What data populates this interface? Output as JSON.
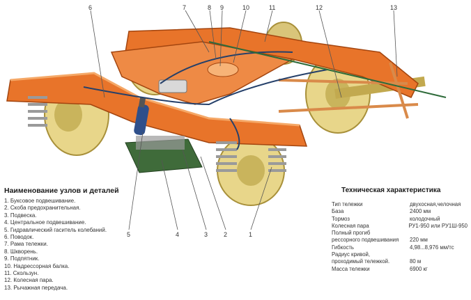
{
  "colors": {
    "frame": "#e8742a",
    "frame_dark": "#b84e14",
    "frame_light": "#f29a55",
    "wheel": "#e8d68a",
    "wheel_dark": "#b9a24a",
    "spring": "#cfcfcf",
    "damper": "#2f4f8a",
    "green_part": "#3f6b3a",
    "pipe": "#25406a"
  },
  "callouts": [
    {
      "num": "1",
      "label_id": "callout-1"
    },
    {
      "num": "2",
      "label_id": "callout-2"
    },
    {
      "num": "3",
      "label_id": "callout-3"
    },
    {
      "num": "4",
      "label_id": "callout-4"
    },
    {
      "num": "5",
      "label_id": "callout-5"
    },
    {
      "num": "6",
      "label_id": "callout-6"
    },
    {
      "num": "7",
      "label_id": "callout-7"
    },
    {
      "num": "8",
      "label_id": "callout-8"
    },
    {
      "num": "9",
      "label_id": "callout-9"
    },
    {
      "num": "10",
      "label_id": "callout-10"
    },
    {
      "num": "11",
      "label_id": "callout-11"
    },
    {
      "num": "12",
      "label_id": "callout-12"
    },
    {
      "num": "13",
      "label_id": "callout-13"
    }
  ],
  "legend": {
    "title": "Наименование узлов и деталей",
    "items": [
      "1. Буксовое подвешивание.",
      "2. Скоба предохранительная.",
      "3. Подвеска.",
      "4. Центральное подвешивание.",
      "5. Гидравлический гаситель колебаний.",
      "6. Поводок.",
      "7. Рама тележки.",
      "8. Шкворень.",
      "9. Подпятник.",
      "10. Надрессорная балка.",
      "11. Скользун.",
      "12. Колесная пара.",
      "13. Рычажная передача."
    ]
  },
  "specs": {
    "title": "Техническая характеристика",
    "rows": [
      {
        "k": "Тип тележки",
        "v": "двухосная,челочная"
      },
      {
        "k": "База",
        "v": "2400 мм"
      },
      {
        "k": "Тормоз",
        "v": "колодочный"
      },
      {
        "k": "Колесная пара",
        "v": "РУ1-950 или РУ1Ш-950"
      },
      {
        "k": "Полный прогиб",
        "v": ""
      },
      {
        "k": "рессорного подвешивания",
        "v": "220 мм"
      },
      {
        "k": "Гибкость",
        "v": "4,98...8,976 мм/тс"
      },
      {
        "k": "Радиус кривой,",
        "v": ""
      },
      {
        "k": "проходимый тележкой.",
        "v": "80 м"
      },
      {
        "k": "Масса тележки",
        "v": "6900 кг"
      }
    ]
  }
}
